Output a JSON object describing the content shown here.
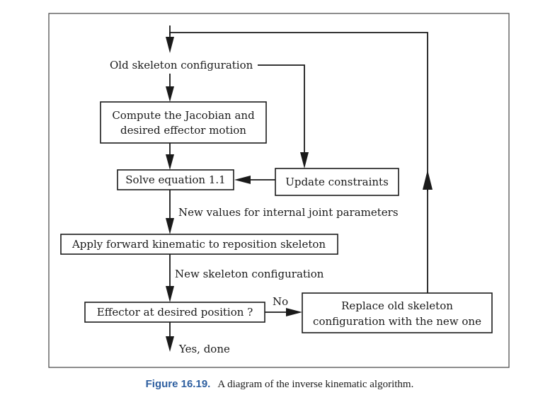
{
  "diagram": {
    "nodes": {
      "old_config": "Old skeleton configuration",
      "compute_line1": "Compute the Jacobian and",
      "compute_line2": "desired effector motion",
      "solve": "Solve equation 1.1",
      "update": "Update constraints",
      "apply": "Apply forward kinematic to reposition skeleton",
      "effector": "Effector at desired position ?",
      "replace_line1": "Replace old skeleton",
      "replace_line2": "configuration with the new one"
    },
    "edge_labels": {
      "new_values": "New values for internal joint parameters",
      "new_config": "New skeleton configuration",
      "no": "No",
      "yes_done": "Yes, done"
    }
  },
  "caption": {
    "figure_number": "Figure 16.19.",
    "text": "A diagram of the inverse kinematic algorithm.",
    "figure_color": "#2e5fa0"
  }
}
